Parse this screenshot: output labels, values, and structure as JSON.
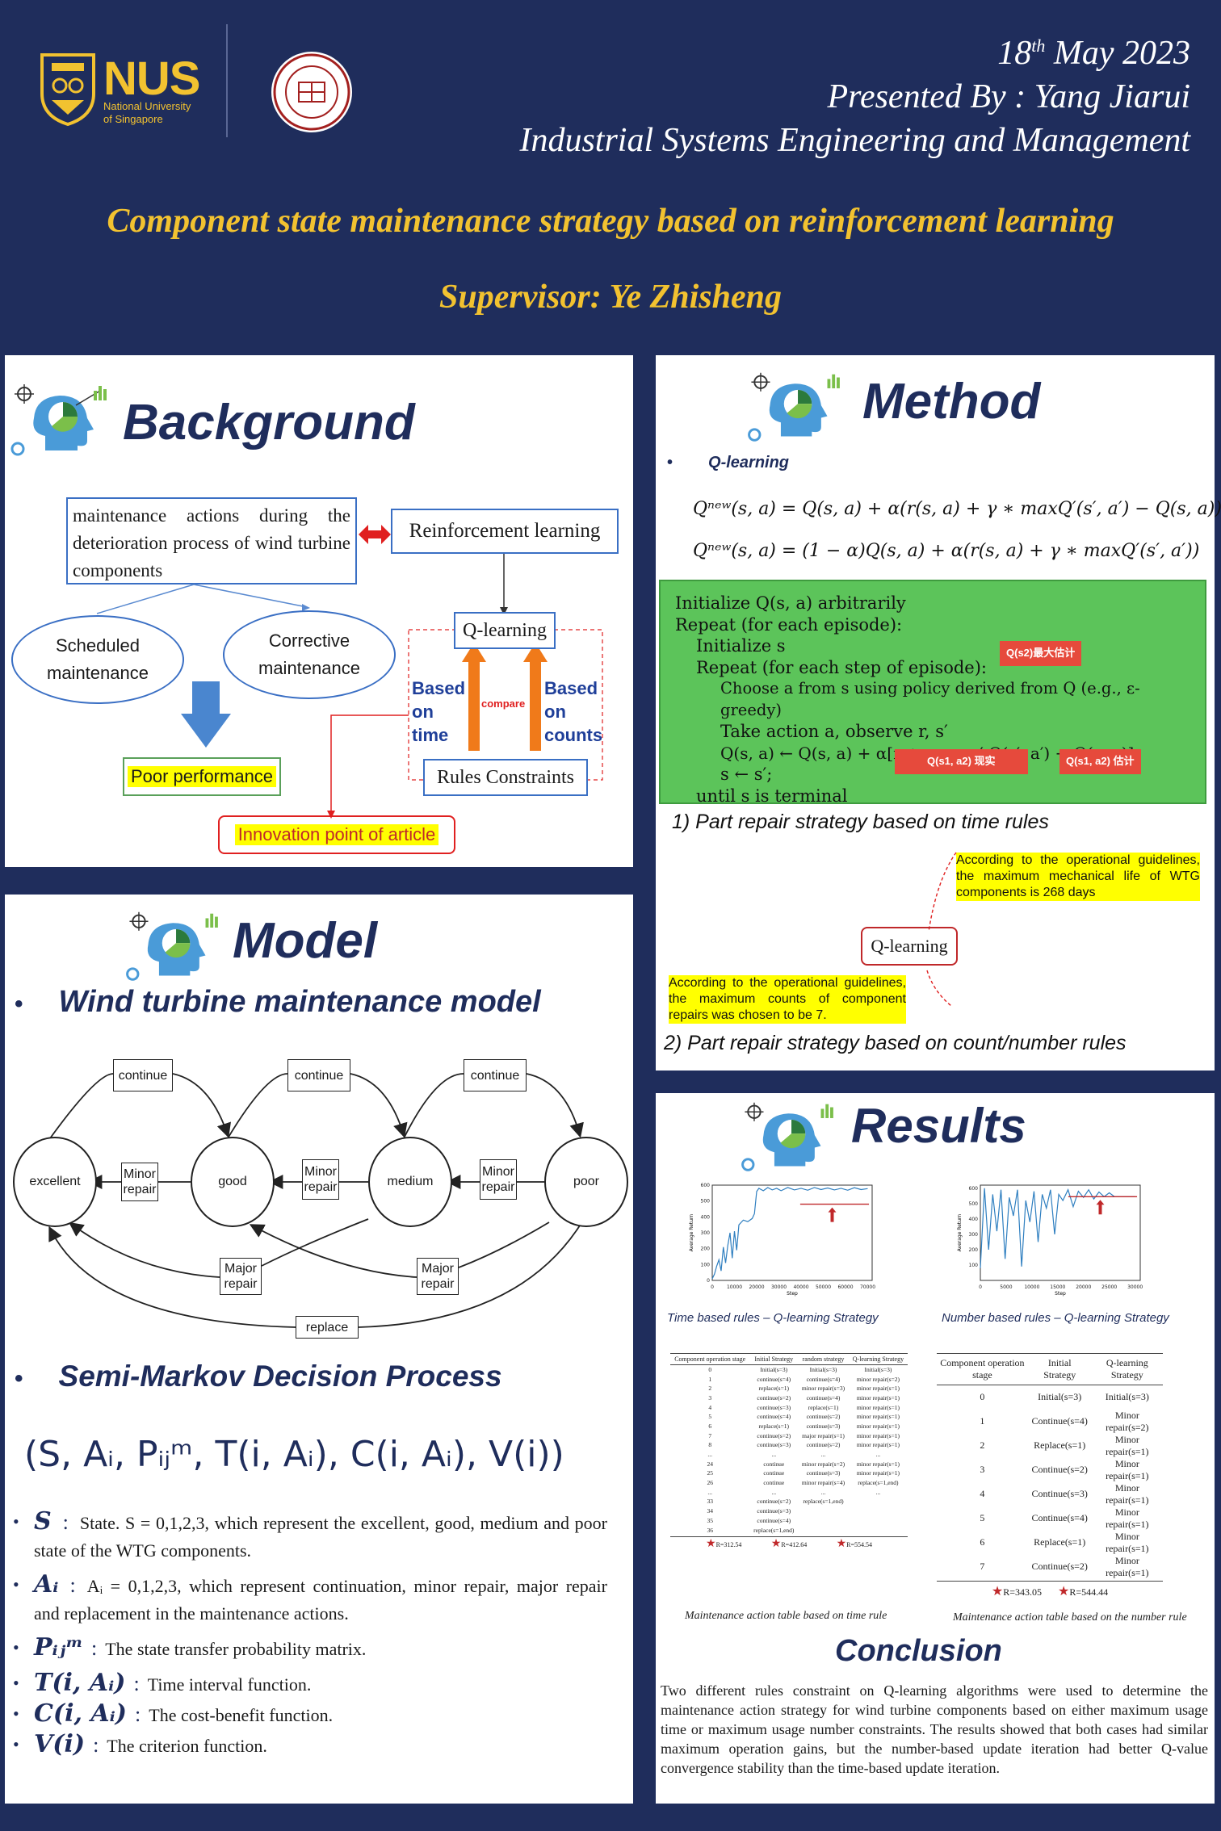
{
  "header": {
    "nus_name": "NUS",
    "nus_full_line1": "National University",
    "nus_full_line2": "of Singapore",
    "date_day": "18",
    "date_sup": "th",
    "date_rest": " May  2023",
    "presenter": "Presented By : Yang Jiarui",
    "department": "Industrial Systems Engineering and Management",
    "title": "Component state maintenance strategy based on reinforcement learning",
    "supervisor": "Supervisor: Ye Zhisheng"
  },
  "background": {
    "heading": "Background",
    "main_box": "maintenance actions during the deterioration process of wind turbine components",
    "rl_box": "Reinforcement learning",
    "scheduled": "Scheduled maintenance",
    "corrective": "Corrective maintenance",
    "qlearning": "Q-learning",
    "based_time": "Based on time",
    "based_counts": "Based on counts",
    "compare": "compare",
    "poor_performance": "Poor performance",
    "rules_constraints": "Rules Constraints",
    "innovation": "Innovation point of article"
  },
  "model": {
    "heading": "Model",
    "bullet1": "Wind turbine maintenance model",
    "states": [
      "excellent",
      "good",
      "medium",
      "poor"
    ],
    "continue_label": "continue",
    "minor_repair_label": "Minor repair",
    "major_repair_label": "Major repair",
    "replace_label": "replace",
    "bullet2": "Semi-Markov Decision Process",
    "tuple": "(S, Aᵢ, Pᵢⱼᵐ, T(i, Aᵢ), C(i, Aᵢ), V(i))",
    "definitions": [
      {
        "sym": "S",
        "text": "State. S = 0,1,2,3,  which represent the excellent, good, medium and poor state of the WTG components."
      },
      {
        "sym": "Aᵢ",
        "text": "Aᵢ = 0,1,2,3, which represent continuation, minor repair, major repair and replacement in the maintenance actions."
      },
      {
        "sym": "Pᵢⱼᵐ",
        "text": "The state transfer probability matrix."
      },
      {
        "sym": "T(i, Aᵢ)",
        "text": "Time interval function."
      },
      {
        "sym": "C(i, Aᵢ)",
        "text": "The cost-benefit function."
      },
      {
        "sym": "V(i)",
        "text": "The criterion function."
      }
    ]
  },
  "method": {
    "heading": "Method",
    "bullet": "Q-learning",
    "eq1": "Qⁿᵉʷ(s, a) = Q(s, a) + α(r(s, a) + γ ∗ maxQ′(s′, a′) − Q(s, a))",
    "eq2": "Qⁿᵉʷ(s, a) = (1 − α)Q(s, a) + α(r(s, a) + γ ∗ maxQ′(s′, a′))",
    "algo": [
      "Initialize Q(s, a) arbitrarily",
      "Repeat (for each episode):",
      "Initialize s",
      "Repeat (for each step of episode):",
      "Choose a from s using policy derived from Q (e.g., ε-greedy)",
      "Take action a, observe r, s′",
      "Q(s, a) ← Q(s, a) + α[r + γ maxₐ′ Q(s′, a′) − Q(s, a)]",
      "s ← s′;",
      "until s is terminal"
    ],
    "tag_q2": "Q(s2)最大估计",
    "tag_real": "Q(s1, a2) 现实",
    "tag_est": "Q(s1, a2) 估计",
    "strategy1": "1) Part repair strategy based on time rules",
    "note1": "According to the operational guidelines, the maximum mechanical life of WTG components is 268 days",
    "qbox": "Q-learning",
    "note2": "According to the operational guidelines, the maximum counts of component repairs was chosen to be 7.",
    "strategy2": "2) Part repair strategy based on count/number rules"
  },
  "results": {
    "heading": "Results",
    "cap1": "Time based rules – Q-learning Strategy",
    "cap2": "Number based rules – Q-learning Strategy",
    "chart_data": [
      {
        "type": "line",
        "title": "",
        "xlabel": "Step",
        "ylabel": "Average Return",
        "xlim": [
          0,
          72000
        ],
        "ylim": [
          0,
          600
        ],
        "xticks": [
          "0",
          "10000",
          "20000",
          "30000",
          "40000",
          "50000",
          "60000",
          "70000"
        ],
        "yticks": [
          "0",
          "100",
          "200",
          "300",
          "400",
          "500",
          "600"
        ],
        "x": [
          0,
          1000,
          2000,
          3000,
          4000,
          5000,
          6000,
          7000,
          8000,
          9000,
          10000,
          11000,
          12000,
          14000,
          16000,
          18000,
          19000,
          20000,
          21000,
          23000,
          25000,
          27000,
          29000,
          31000,
          34000,
          37000,
          40000,
          43000,
          46000,
          49000,
          52000,
          55000,
          58000,
          61000,
          64000,
          67000,
          70000
        ],
        "y": [
          10,
          40,
          90,
          130,
          60,
          210,
          110,
          220,
          300,
          140,
          310,
          190,
          350,
          380,
          370,
          390,
          420,
          560,
          580,
          565,
          585,
          570,
          580,
          565,
          585,
          570,
          580,
          568,
          585,
          572,
          582,
          570,
          580,
          568,
          584,
          572,
          578
        ],
        "reference_y": 480
      },
      {
        "type": "line",
        "title": "",
        "xlabel": "Step",
        "ylabel": "Average Return",
        "xlim": [
          0,
          31000
        ],
        "ylim": [
          0,
          620
        ],
        "xticks": [
          "0",
          "5000",
          "10000",
          "15000",
          "20000",
          "25000",
          "30000"
        ],
        "yticks": [
          "100",
          "200",
          "300",
          "400",
          "500",
          "600"
        ],
        "x": [
          0,
          800,
          1600,
          2400,
          3200,
          4000,
          4800,
          5600,
          6400,
          7200,
          8000,
          8800,
          9600,
          10400,
          11200,
          12000,
          12800,
          13600,
          14400,
          15200,
          16000,
          17000,
          18000,
          19000,
          20000,
          21000,
          22000,
          23000,
          24000,
          25000,
          26000,
          27000,
          28000,
          29000,
          30000
        ],
        "y": [
          80,
          600,
          200,
          560,
          320,
          590,
          140,
          540,
          420,
          590,
          90,
          520,
          380,
          580,
          250,
          560,
          470,
          590,
          300,
          560,
          520,
          590,
          480,
          580,
          540,
          590,
          530,
          575,
          545,
          570,
          545,
          545,
          545,
          545,
          545
        ],
        "reference_y": 545
      }
    ],
    "table1": {
      "caption": "Maintenance action table based on time rule",
      "headers": [
        "Component operation stage",
        "Initial Strategy",
        "random strategy",
        "Q-learning Strategy"
      ],
      "rows": [
        [
          "0",
          "Initial(s=3)",
          "Initial(s=3)",
          "Initial(s=3)"
        ],
        [
          "1",
          "continue(s=4)",
          "continue(s=4)",
          "minor repair(s=2)"
        ],
        [
          "2",
          "replace(s=1)",
          "minor repair(s=3)",
          "minor repair(s=1)"
        ],
        [
          "3",
          "continue(s=2)",
          "continue(s=4)",
          "minor repair(s=1)"
        ],
        [
          "4",
          "continue(s=3)",
          "replace(s=1)",
          "minor repair(s=1)"
        ],
        [
          "5",
          "continue(s=4)",
          "continue(s=2)",
          "minor repair(s=1)"
        ],
        [
          "6",
          "replace(s=1)",
          "continue(s=3)",
          "minor repair(s=1)"
        ],
        [
          "7",
          "continue(s=2)",
          "major repair(s=1)",
          "minor repair(s=1)"
        ],
        [
          "8",
          "continue(s=3)",
          "continue(s=2)",
          "minor repair(s=1)"
        ],
        [
          "...",
          "...",
          "...",
          "..."
        ],
        [
          "24",
          "continue",
          "minor repair(s=2)",
          "minor repair(s=1)"
        ],
        [
          "25",
          "continue",
          "continue(s=3)",
          "minor repair(s=1)"
        ],
        [
          "26",
          "continue",
          "minor repair(s=4)",
          "replace(s=1,end)"
        ],
        [
          "...",
          "...",
          "...",
          "..."
        ],
        [
          "33",
          "continue(s=2)",
          "replace(s=1,end)",
          ""
        ],
        [
          "34",
          "continue(s=3)",
          "",
          ""
        ],
        [
          "35",
          "continue(s=4)",
          "",
          ""
        ],
        [
          "36",
          "replace(s=1,end)",
          "",
          ""
        ]
      ],
      "scores": [
        "R=312.54",
        "R=412.64",
        "R=554.54"
      ]
    },
    "table2": {
      "caption": "Maintenance action table based on the number rule",
      "headers": [
        "Component operation stage",
        "Initial Strategy",
        "Q-learning Strategy"
      ],
      "rows": [
        [
          "0",
          "Initial(s=3)",
          "Initial(s=3)"
        ],
        [
          "1",
          "Continue(s=4)",
          "Minor repair(s=2)"
        ],
        [
          "2",
          "Replace(s=1)",
          "Minor repair(s=1)"
        ],
        [
          "3",
          "Continue(s=2)",
          "Minor repair(s=1)"
        ],
        [
          "4",
          "Continue(s=3)",
          "Minor repair(s=1)"
        ],
        [
          "5",
          "Continue(s=4)",
          "Minor repair(s=1)"
        ],
        [
          "6",
          "Replace(s=1)",
          "Minor repair(s=1)"
        ],
        [
          "7",
          "Continue(s=2)",
          "Minor repair(s=1)"
        ]
      ],
      "scores": [
        "R=343.05",
        "R=544.44"
      ]
    }
  },
  "conclusion": {
    "heading": "Conclusion",
    "text": "Two different rules constraint on Q-learning algorithms were used to determine the maintenance action strategy for wind turbine components based on either maximum usage time or maximum usage number constraints. The results showed that both cases had similar maximum operation gains, but the number-based update iteration had better Q-value convergence stability than the time-based update iteration."
  },
  "colors": {
    "navy": "#1f2d5c",
    "gold": "#f2c230",
    "box_blue": "#3a6fc4",
    "highlight": "#ffff00",
    "algo_green": "#5cc45a",
    "red": "#c0282a",
    "orange": "#f07a1a"
  }
}
